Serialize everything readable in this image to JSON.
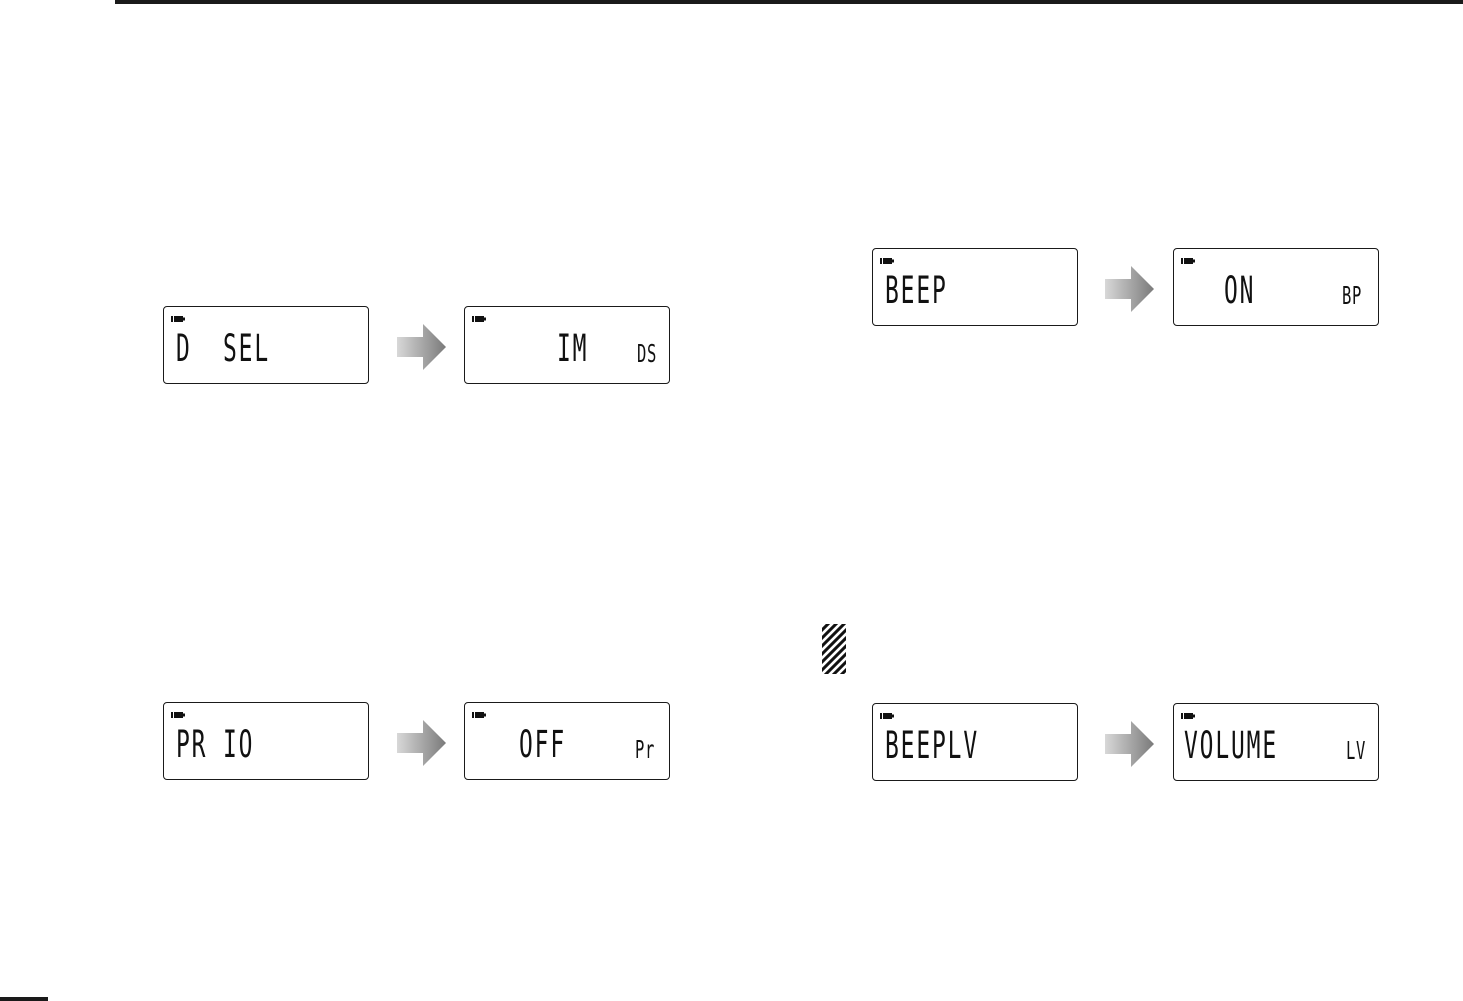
{
  "displays": [
    {
      "id": "dial-select",
      "screens": [
        {
          "main": "D  SEL",
          "sub": ""
        },
        {
          "main": "IM",
          "sub": "DS"
        }
      ]
    },
    {
      "id": "priority",
      "screens": [
        {
          "main": "PR IO",
          "sub": ""
        },
        {
          "main": "OFF",
          "sub": "Pr"
        }
      ]
    },
    {
      "id": "beep",
      "screens": [
        {
          "main": "BEEP",
          "sub": ""
        },
        {
          "main": "ON",
          "sub": "BP"
        }
      ]
    },
    {
      "id": "beep-level",
      "screens": [
        {
          "main": "BEEPLV",
          "sub": ""
        },
        {
          "main": "VOLUME",
          "sub": "LV"
        }
      ]
    }
  ],
  "icons": {
    "battery": "battery-icon",
    "arrow": "arrow-right-icon",
    "note": "hatched-note-icon"
  }
}
